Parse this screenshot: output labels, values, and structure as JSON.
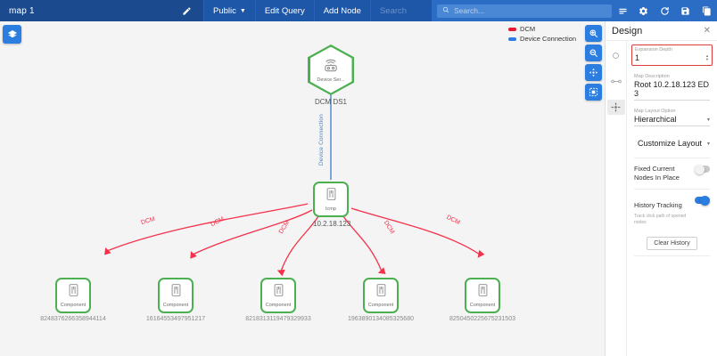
{
  "topbar": {
    "map_title": "map 1",
    "pencil_icon": "pencil-icon",
    "visibility_label": "Public",
    "edit_query_label": "Edit Query",
    "add_node_label": "Add Node",
    "left_search_placeholder": "Search",
    "search_placeholder": "Search...",
    "icons": [
      "list-icon",
      "gear-icon",
      "refresh-icon",
      "save-icon",
      "copy-icon"
    ],
    "bg_color": "#1b4a8f",
    "right_bg_color": "#2b6cc4"
  },
  "canvas": {
    "layers_button": "layers-icon",
    "legend": [
      {
        "label": "DCM",
        "color": "#e8192c"
      },
      {
        "label": "Device Connection",
        "color": "#2b7de0"
      }
    ],
    "zoom_tools": [
      "zoom-in-icon",
      "zoom-out-icon",
      "fit-to-screen-icon",
      "select-region-icon"
    ],
    "accent_node_color": "#4caf50",
    "dcm_link_color": "#f5314a",
    "device_link_color": "#4a86c8"
  },
  "graph": {
    "root_node": {
      "inner_label": "Device Ser...",
      "caption": "DCM DS1",
      "icon": "device-server-icon",
      "shape": "hexagon"
    },
    "device_connection_edge": {
      "label": "Device Connection"
    },
    "mid_node": {
      "inner_label": "Icmp",
      "caption": "10.2.18.123",
      "icon": "icmp-device-icon",
      "shape": "rounded-square"
    },
    "edge_label": "DCM",
    "components": [
      {
        "inner_label": "Component",
        "caption": "8248376266358944114"
      },
      {
        "inner_label": "Component",
        "caption": "16164553497951217"
      },
      {
        "inner_label": "Component",
        "caption": "8218313119479329933"
      },
      {
        "inner_label": "Component",
        "caption": "1963890134085325680"
      },
      {
        "inner_label": "Component",
        "caption": "8250450225675231503"
      }
    ]
  },
  "panel": {
    "title": "Design",
    "close_icon": "close-icon",
    "rail": [
      {
        "name": "node-style-icon",
        "active": false
      },
      {
        "name": "link-style-icon",
        "active": false
      },
      {
        "name": "layout-settings-icon",
        "active": true
      }
    ],
    "expansion_depth": {
      "label": "Expansion Depth",
      "value": "1",
      "highlighted": true
    },
    "map_description": {
      "label": "Map Description",
      "value": "Root 10.2.18.123 ED 3"
    },
    "map_layout_option": {
      "label": "Map Layout Option",
      "value": "Hierarchical"
    },
    "customize_layout": {
      "label": "Customize Layout"
    },
    "fixed_nodes": {
      "label": "Fixed Current Nodes In Place",
      "enabled": false
    },
    "history_tracking": {
      "label": "History Tracking",
      "enabled": true,
      "sub": "Track click path of opened nodes",
      "clear_label": "Clear History"
    }
  }
}
